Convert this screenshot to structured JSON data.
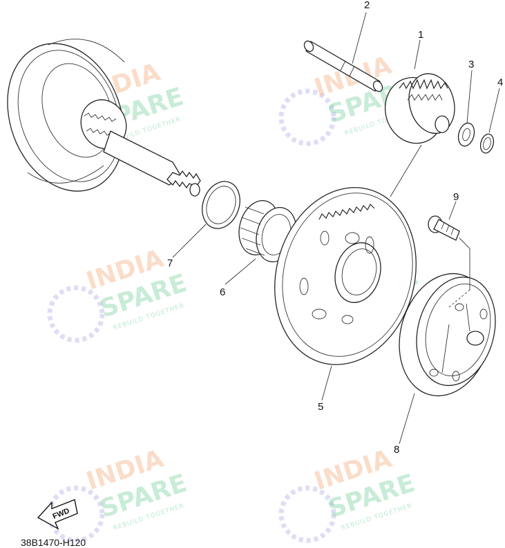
{
  "diagram": {
    "drawing_code": "38B1470-H120",
    "fwd_label": "FWD",
    "callouts": [
      {
        "id": "c1",
        "label": "1"
      },
      {
        "id": "c2",
        "label": "2"
      },
      {
        "id": "c3",
        "label": "3"
      },
      {
        "id": "c4",
        "label": "4"
      },
      {
        "id": "c5",
        "label": "5"
      },
      {
        "id": "c6",
        "label": "6"
      },
      {
        "id": "c7",
        "label": "7"
      },
      {
        "id": "c8",
        "label": "8"
      },
      {
        "id": "c9",
        "label": "9"
      }
    ]
  },
  "watermark": {
    "line1": "INDIA",
    "line2": "SPARE",
    "tagline": "REBUILD TOGETHER"
  }
}
